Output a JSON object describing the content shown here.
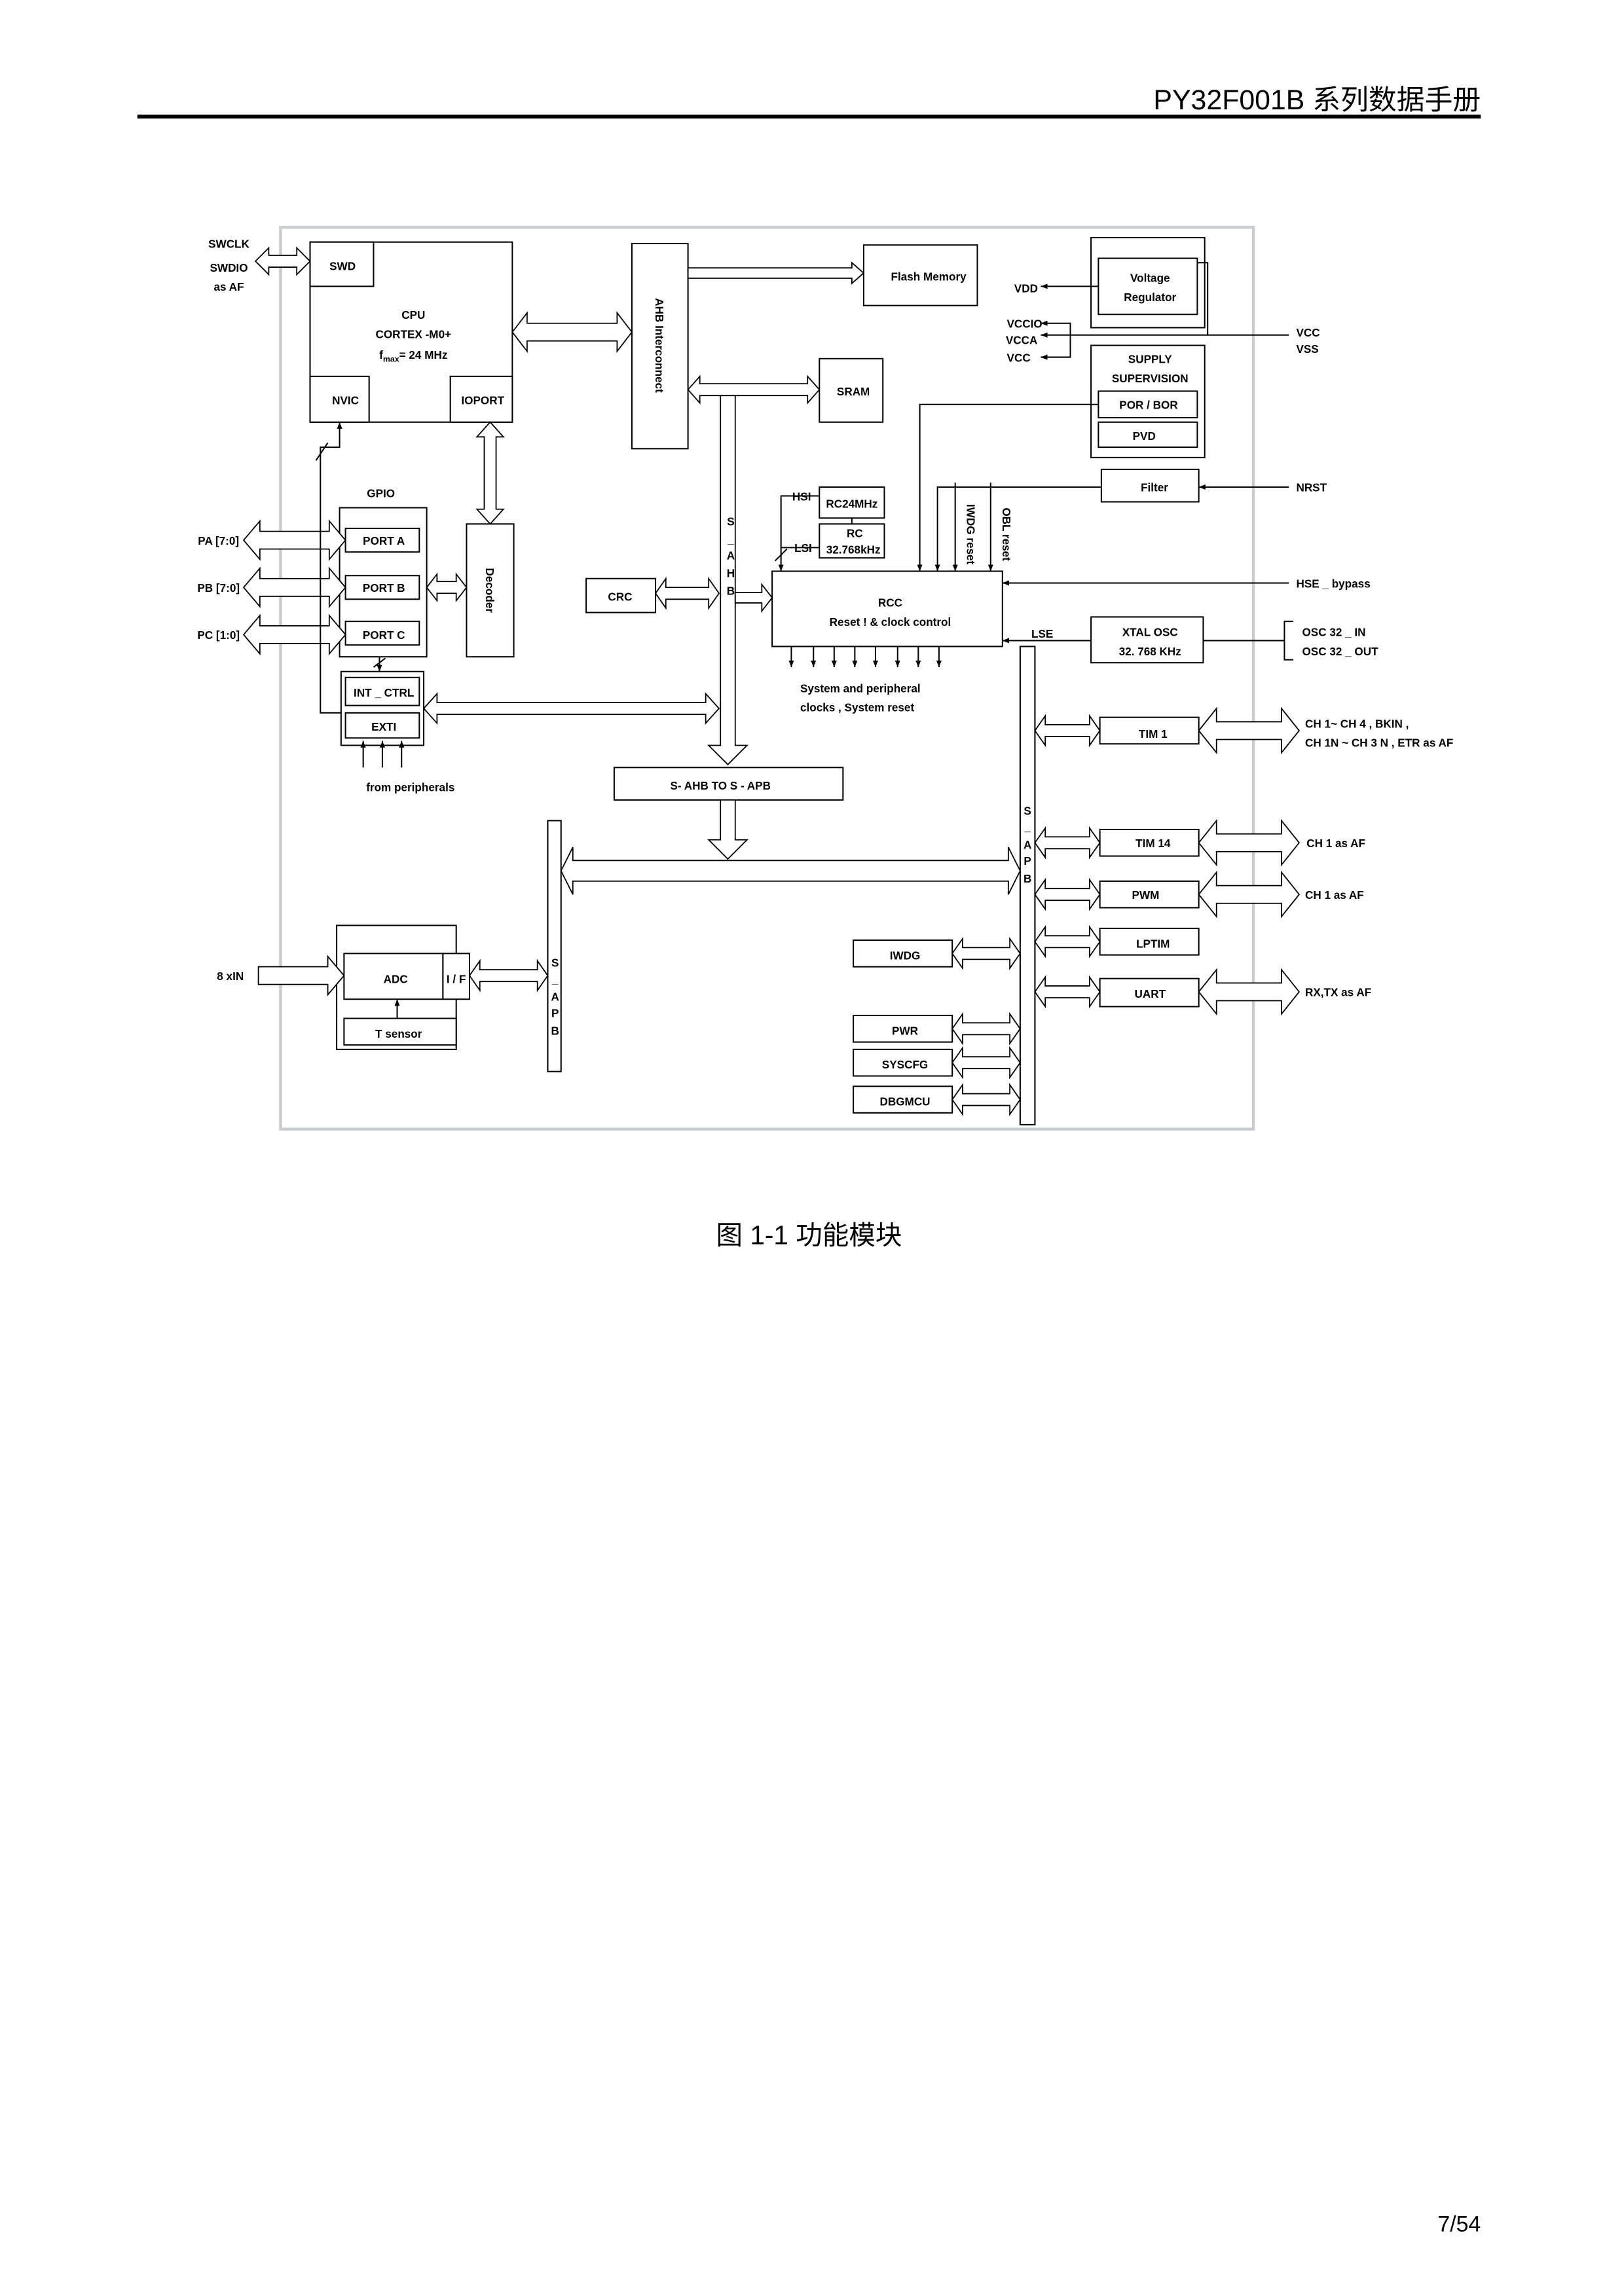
{
  "header": {
    "title": "PY32F001B 系列数据手册"
  },
  "diagram": {
    "labels": {
      "swclk": "SWCLK",
      "swdio": "SWDIO",
      "swd_as_af": "as AF",
      "swd": "SWD",
      "cpu": "CPU",
      "cortex": "CORTEX -M0+",
      "fmax_f": "f",
      "fmax_sub": "max",
      "fmax_val": "= 24 MHz",
      "nvic": "NVIC",
      "ioport": "IOPORT",
      "ahb_interconnect": "AHB Interconnect",
      "flash": "Flash Memory",
      "sram": "SRAM",
      "s_ahb": [
        "S",
        "_",
        "A",
        "H",
        "B"
      ],
      "gpio": "GPIO",
      "port_a": "PORT A",
      "port_b": "PORT B",
      "port_c": "PORT C",
      "pa": "PA [7:0]",
      "pb": "PB [7:0]",
      "pc": "PC [1:0]",
      "decoder": "Decoder",
      "crc": "CRC",
      "int_ctrl": "INT _ CTRL",
      "exti": "EXTI",
      "from_peripherals": "from peripherals",
      "hsi": "HSI",
      "lsi": "LSI",
      "rc24": "RC24MHz",
      "rc32_a": "RC",
      "rc32_b": "32.768kHz",
      "rcc": "RCC",
      "rcc_sub": "Reset ! &  clock control",
      "iwdg_reset": "IWDG reset",
      "obl_reset": "OBL reset",
      "sys_clocks_1": "System and peripheral",
      "sys_clocks_2": "clocks ,  System reset",
      "vdd": "VDD",
      "voltage": "Voltage",
      "regulator": "Regulator",
      "vccio": "VCCIO",
      "vcca": "VCCA",
      "vcc_int": "VCC",
      "vcc": "VCC",
      "vss": "VSS",
      "supply": "SUPPLY",
      "supervision": "SUPERVISION",
      "por_bor": "POR / BOR",
      "pvd": "PVD",
      "filter": "Filter",
      "nrst": "NRST",
      "hse_bypass": "HSE _ bypass",
      "lse": "LSE",
      "xtal": "XTAL OSC",
      "xtal_freq": "32. 768 KHz",
      "osc_in": "OSC 32 _ IN",
      "osc_out": "OSC 32 _ OUT",
      "ahb_to_apb": "S- AHB TO S - APB",
      "s_apb": [
        "S",
        "_",
        "A",
        "P",
        "B"
      ],
      "tim1": "TIM 1",
      "tim1_out_1": "CH 1~ CH 4 ,  BKIN ,",
      "tim1_out_2": "CH 1N ~ CH 3 N ,  ETR   as AF",
      "tim14": "TIM 14",
      "tim14_out": "CH 1  as AF",
      "pwm": "PWM",
      "pwm_out": "CH 1  as AF",
      "lptim": "LPTIM",
      "uart": "UART",
      "uart_out": "RX,TX as AF",
      "iwdg": "IWDG",
      "pwr": "PWR",
      "syscfg": "SYSCFG",
      "dbgmcu": "DBGMCU",
      "adc_in": "8 xIN",
      "adc": "ADC",
      "if": "I / F",
      "tsensor": "T sensor"
    }
  },
  "caption": "图 1-1 功能模块",
  "page_number": "7/54",
  "colors": {
    "frame": "#c9cdd2",
    "line": "#000000"
  }
}
